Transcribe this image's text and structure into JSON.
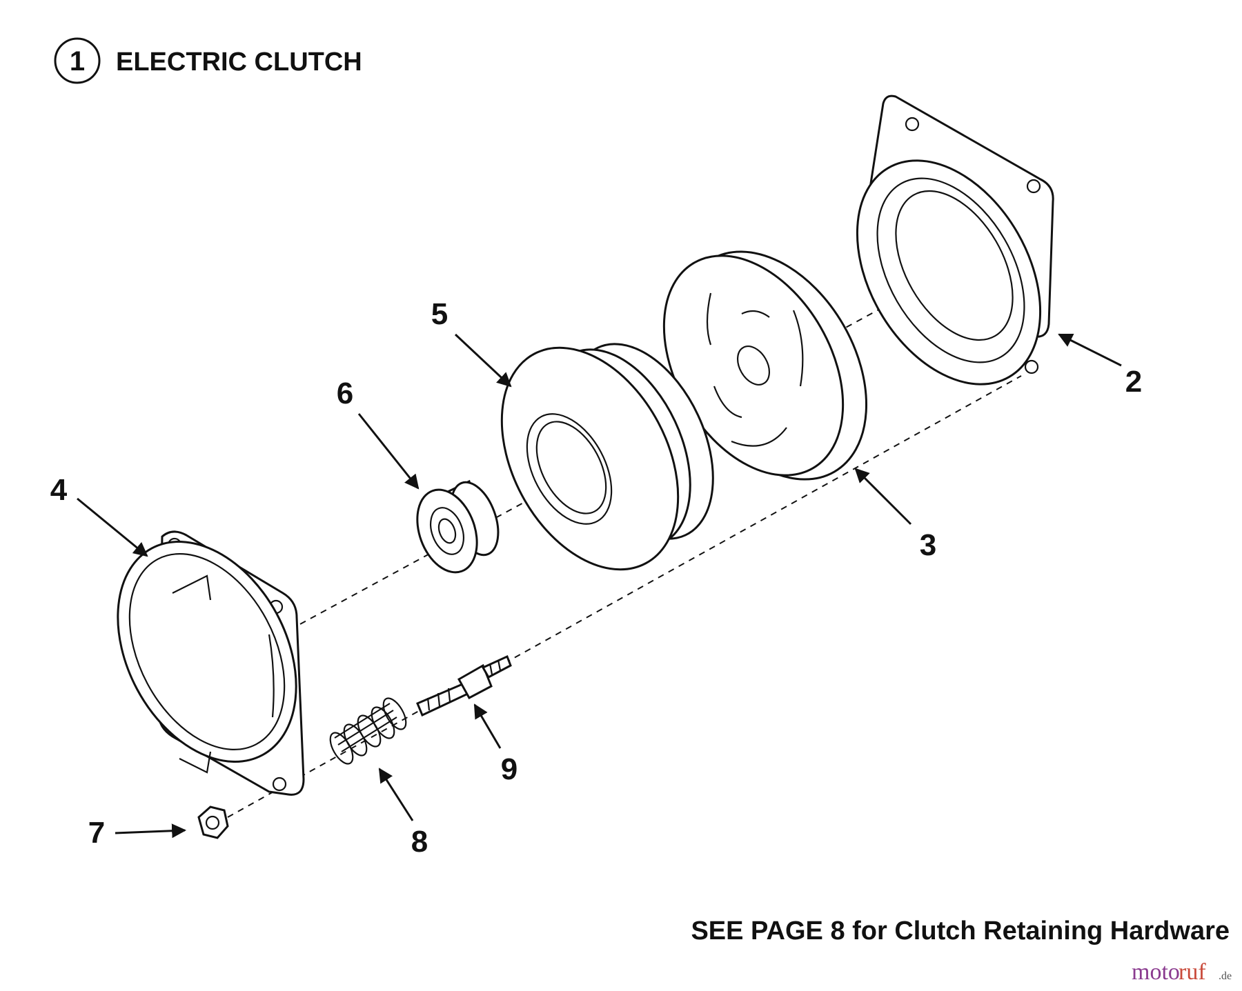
{
  "header": {
    "number": "1",
    "title": "ELECTRIC CLUTCH"
  },
  "callouts": [
    "2",
    "3",
    "4",
    "5",
    "6",
    "7",
    "8",
    "9"
  ],
  "footer": {
    "note": "SEE PAGE 8 for Clutch Retaining Hardware"
  },
  "watermark": {
    "part1": "moto",
    "part2": "ruf",
    "suffix": ".de"
  },
  "colors": {
    "ink": "#111111",
    "watermark_purple": "#8a3a8f",
    "watermark_red": "#c94a3a"
  }
}
